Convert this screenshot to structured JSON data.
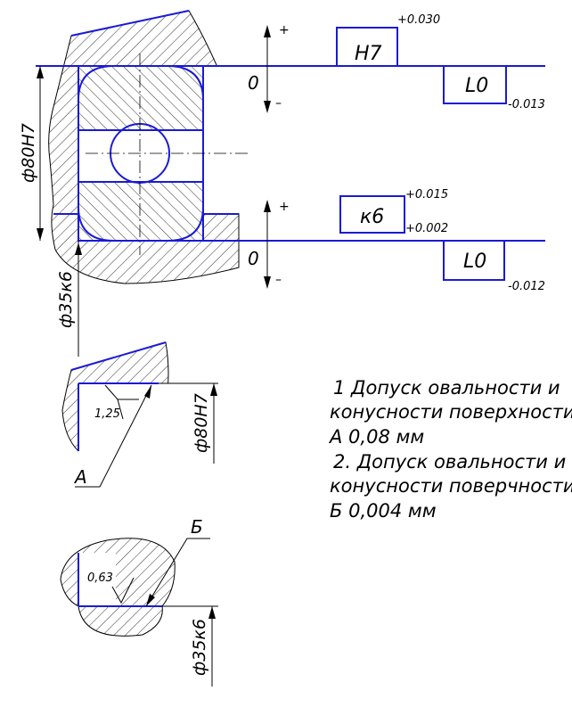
{
  "tolerance_diagram": {
    "housing": {
      "plus_sign": "+",
      "minus_sign": "–",
      "zero_label": "0",
      "field_label": "H7",
      "upper_deviation": "+0.030",
      "bearing_field_label": "L0",
      "bearing_deviation": "-0.013"
    },
    "shaft": {
      "plus_sign": "+",
      "minus_sign": "–",
      "zero_label": "0",
      "field_label": "к6",
      "upper_deviation": "+0.015",
      "lower_deviation": "+0.002",
      "bearing_field_label": "L0",
      "bearing_deviation": "-0.012"
    }
  },
  "dimensions": {
    "housing_bore": "ф80H7",
    "shaft_diameter": "ф35к6",
    "detail_a_diameter": "ф80H7",
    "detail_b_diameter": "ф35к6"
  },
  "details": {
    "a_roughness": "1,25",
    "a_letter": "А",
    "b_roughness": "0,63",
    "b_letter": "Б"
  },
  "notes": [
    "1 Допуск овальности и",
    "конусности поверхности",
    "А 0,08 мм",
    "2. Допуск овальности и",
    "конусности поверчности",
    "Б 0,004 мм"
  ]
}
